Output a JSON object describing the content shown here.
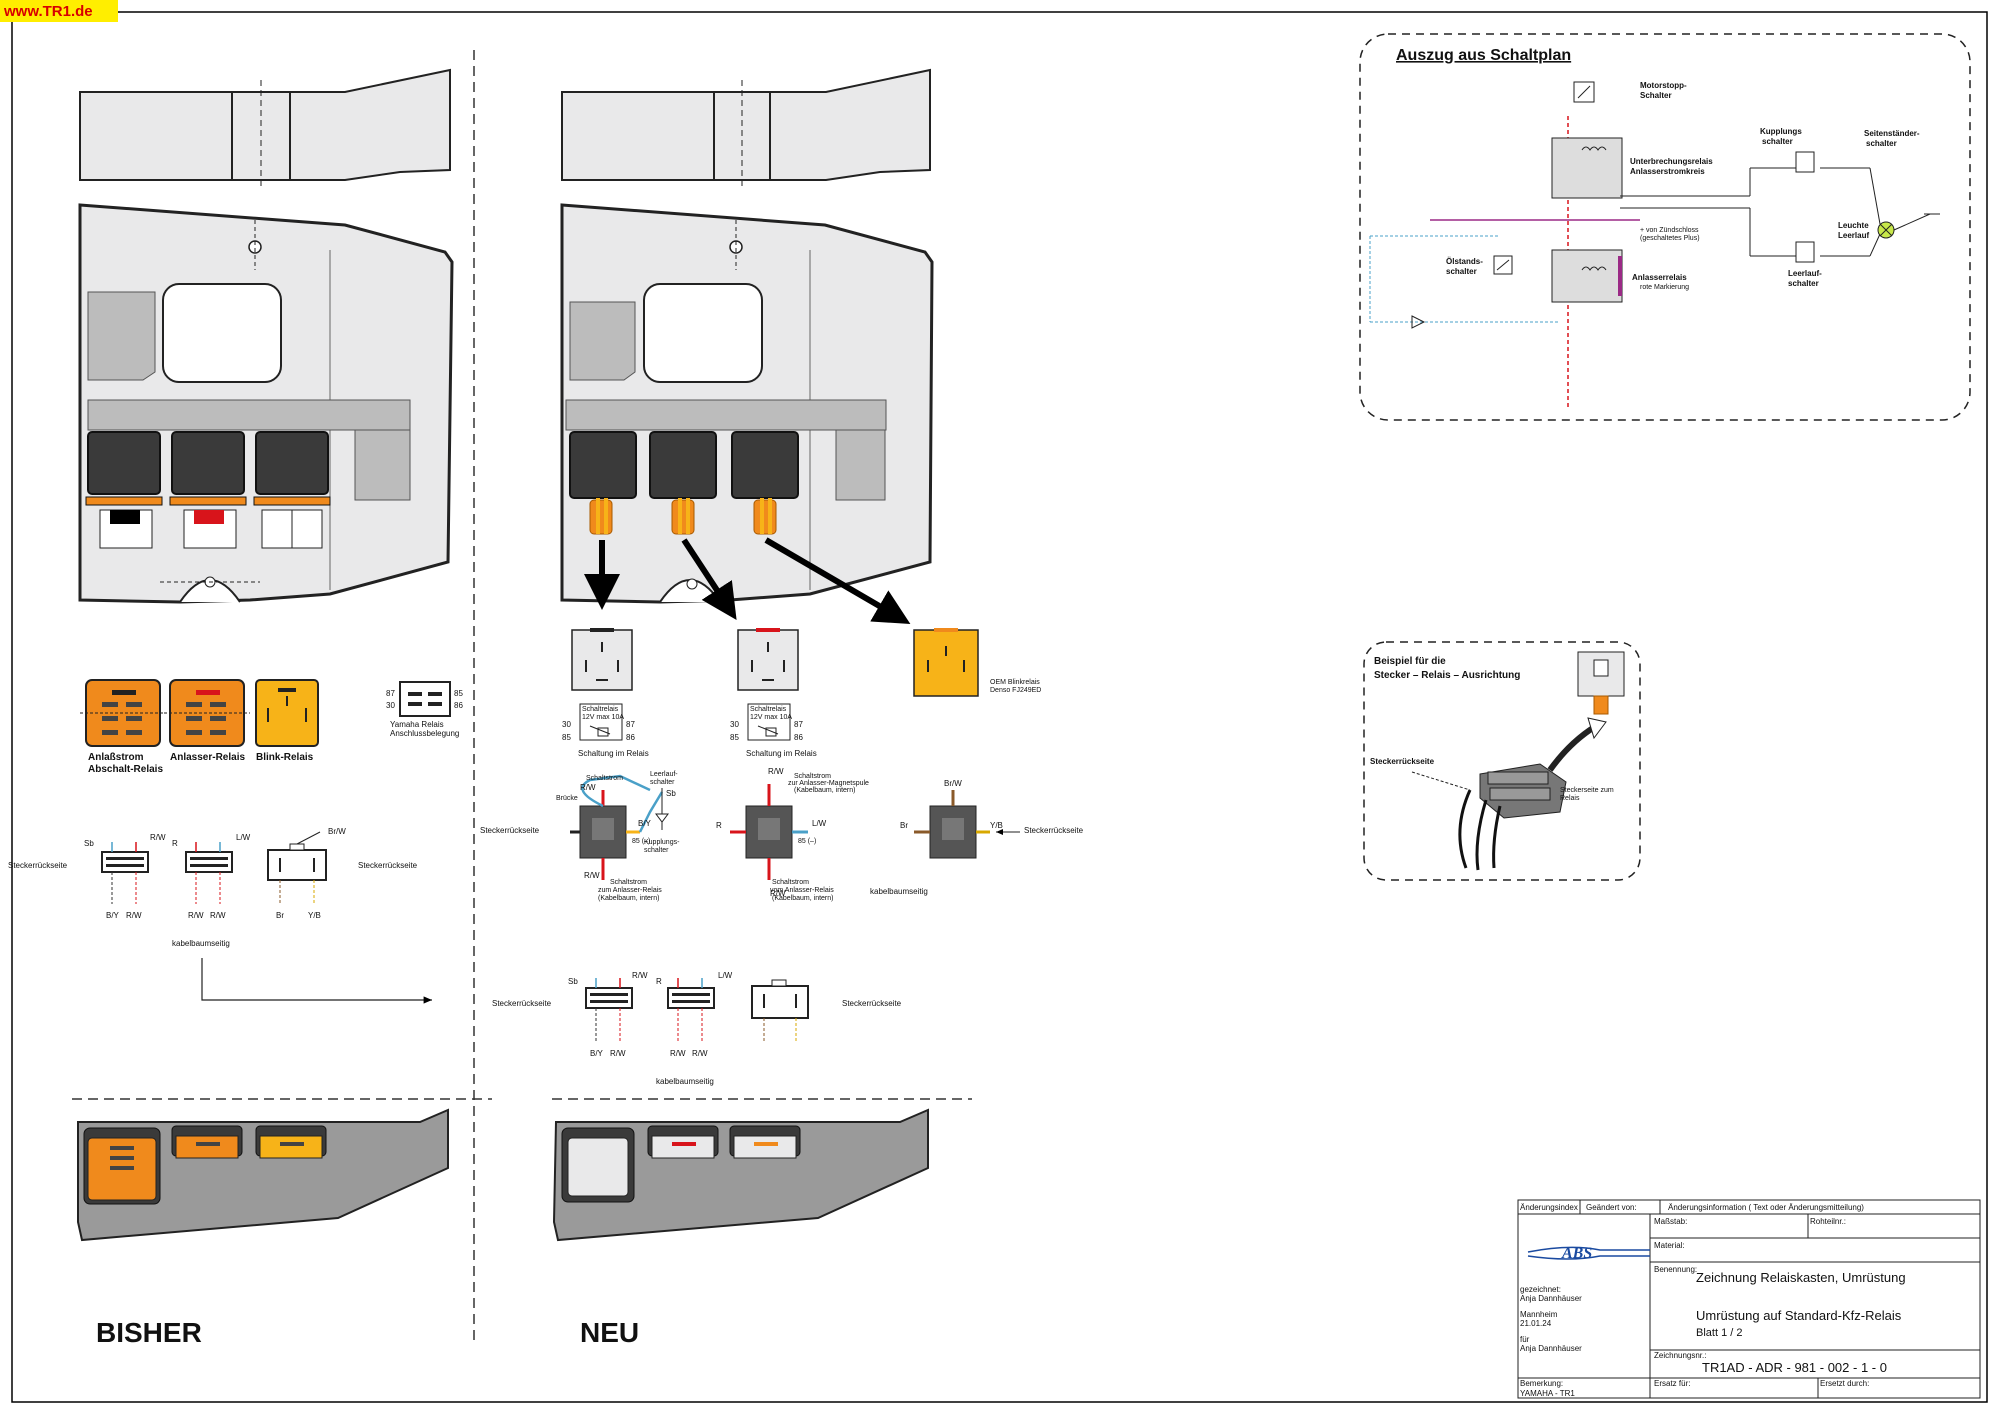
{
  "site_tag": "www.TR1.de",
  "bisher": {
    "label": "BISHER",
    "relays": [
      {
        "caption_line1": "Anlaßstrom",
        "caption_line2": "Abschalt-Relais"
      },
      {
        "caption_line1": "Anlasser-Relais"
      },
      {
        "caption_line1": "Blink-Relais"
      }
    ],
    "yamaha_relay": {
      "caption_line1": "Yamaha Relais",
      "caption_line2": "Anschlussbelegung",
      "pins": [
        "87",
        "85",
        "30",
        "86"
      ]
    },
    "connector_side": "Steckerrückseite",
    "harness_side": "kabelbaumseitig",
    "wires_top": [
      "Sb",
      "R/W",
      "R",
      "L/W",
      "Br/W"
    ],
    "wires_bottom": [
      "B/Y",
      "R/W",
      "R/W",
      "R/W",
      "Br",
      "Y/B"
    ]
  },
  "neu": {
    "label": "NEU",
    "schaltung_label": "Schaltung im Relais",
    "relay_spec_line1": "Schaltrelais",
    "relay_spec_line2": "12V max 10A",
    "pins": [
      "30",
      "87",
      "85",
      "86"
    ],
    "oem_caption_line1": "OEM Blinkrelais",
    "oem_caption_line2": "Denso FJ249ED",
    "connector_side": "Steckerrückseite",
    "harness_side": "kabelbaumseitig",
    "detail_wires": [
      "R/W",
      "Sb",
      "B/Y",
      "R/W",
      "R",
      "L/W",
      "Br/W",
      "Br",
      "Y/B",
      "R/W"
    ],
    "annotations": {
      "schaltstrom": "Schaltstrom",
      "leerlauf_schalter_line1": "Leerlauf-",
      "leerlauf_schalter_line2": "schalter",
      "bruecke": "Brücke",
      "kupplungs_schalter_line1": "Kupplungs-",
      "kupplungs_schalter_line2": "schalter",
      "zum_anlasser_relais_line1": "Schaltstrom",
      "zum_anlasser_relais_line2": "zum Anlasser-Relais",
      "zum_anlasser_relais_line3": "(Kabelbaum, intern)",
      "zur_magnetspule_line1": "Schaltstrom",
      "zur_magnetspule_line2": "zur Anlasser-Magnetspule",
      "zur_magnetspule_line3": "(Kabelbaum, intern)",
      "vom_anlasser_relais_line1": "Schaltstrom",
      "vom_anlasser_relais_line2": "vom Anlasser-Relais",
      "vom_anlasser_relais_line3": "(Kabelbaum, intern)",
      "pin85_minus": "85 (–)"
    },
    "wires_top": [
      "Sb",
      "R/W",
      "R",
      "L/W"
    ],
    "wires_bottom": [
      "B/Y",
      "R/W",
      "R/W",
      "R/W"
    ]
  },
  "schaltplan": {
    "title": "Auszug aus Schaltplan",
    "motorstopp_line1": "Motorstopp-",
    "motorstopp_line2": "Schalter",
    "unterbrechung_line1": "Unterbrechungsrelais",
    "unterbrechung_line2": "Anlasserstromkreis",
    "kupplung_line1": "Kupplungs",
    "kupplung_line2": "schalter",
    "seitenstaender_line1": "Seitenständer-",
    "seitenstaender_line2": "schalter",
    "zuendschloss_line1": "+ von Zündschloss",
    "zuendschloss_line2": "(geschaltetes Plus)",
    "leuchte_line1": "Leuchte",
    "leuchte_line2": "Leerlauf",
    "oelstand_line1": "Ölstands-",
    "oelstand_line2": "schalter",
    "anlasser_line1": "Anlasserrelais",
    "anlasser_line2": "rote Markierung",
    "leerlauf_line1": "Leerlauf-",
    "leerlauf_line2": "schalter"
  },
  "beispiel": {
    "title_line1": "Beispiel für die",
    "title_line2": "Stecker – Relais – Ausrichtung",
    "stecker_label": "Steckerrückseite",
    "zum_relais_line1": "Steckerseite zum",
    "zum_relais_line2": "Relais"
  },
  "title_block": {
    "aenderungsindex": "Änderungsindex",
    "geaendert_von": "Geändert von:",
    "aenderungsinfo": "Änderungsinformation ( Text oder Änderungsmitteilung)",
    "massstab": "Maßstab:",
    "rohteilnr": "Rohteilnr.:",
    "material": "Material:",
    "benennung": "Benennung:",
    "gezeichnet_label": "gezeichnet:",
    "gezeichnet_name": "Anja Dannhäuser",
    "place": "Mannheim",
    "date": "21.01.24",
    "fuer_label": "für",
    "fuer_name": "Anja Dannhäuser",
    "title_line1": "Zeichnung Relaiskasten, Umrüstung",
    "title_line2": "Umrüstung auf Standard-Kfz-Relais",
    "blatt": "Blatt 1 / 2",
    "zeichnungsnr_label": "Zeichnungsnr.:",
    "zeichnungsnr": "TR1AD  - ADR - 981 - 002 - 1 - 0",
    "bemerkung_label": "Bemerkung:",
    "bemerkung": "YAMAHA - TR1",
    "ersatz_fuer": "Ersatz für:",
    "ersetzt_durch": "Ersetzt durch:",
    "logo": "ABS"
  },
  "colors": {
    "orange": "#f08a1c",
    "amber": "#f7b318",
    "dark": "#3a3a3a",
    "housing": "#e9e9ea",
    "magenta": "#9b2a86",
    "red": "#d8141b"
  }
}
